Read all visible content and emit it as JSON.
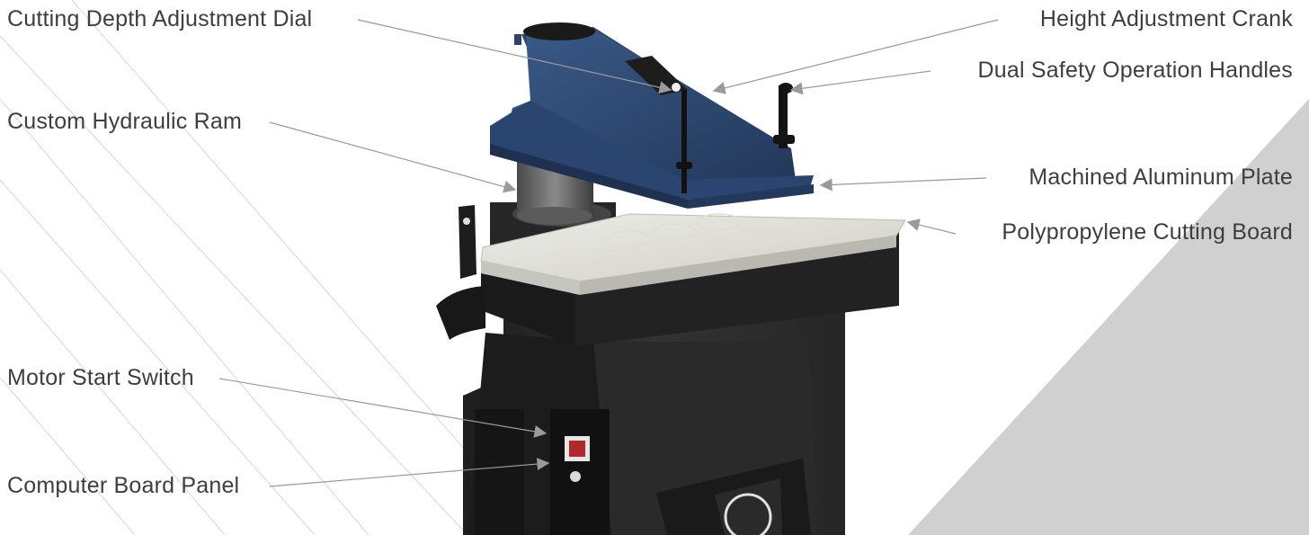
{
  "diagram": {
    "left_labels": {
      "depth_dial": "Cutting Depth Adjustment Dial",
      "hydraulic_ram": "Custom Hydraulic Ram",
      "motor_switch": "Motor Start Switch",
      "board_panel": "Computer Board Panel"
    },
    "right_labels": {
      "height_crank": "Height Adjustment Crank",
      "safety_handles": "Dual Safety Operation Handles",
      "aluminum_plate": "Machined Aluminum Plate",
      "cutting_board": "Polypropylene Cutting Board"
    }
  },
  "colors": {
    "label_text": "#3e3e3e",
    "leader_line": "#9a9a9a",
    "background_panel": "#d0d0d0",
    "machine_blue": "#2f4a72",
    "machine_body": "#2b2b2b",
    "cutting_board": "#dcdcd6"
  }
}
